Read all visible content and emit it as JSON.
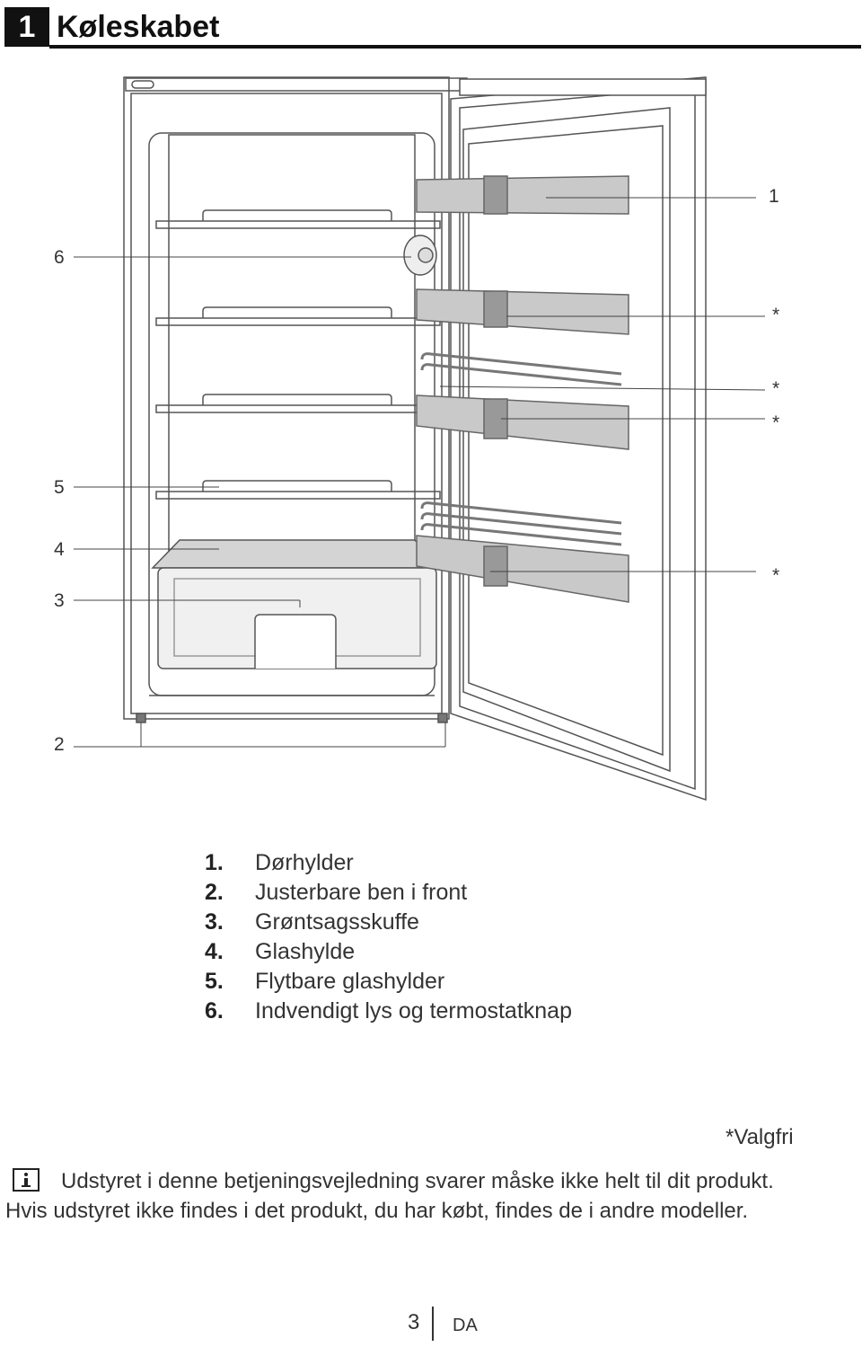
{
  "header": {
    "number": "1",
    "title": "Køleskabet"
  },
  "callouts": {
    "left": [
      "6",
      "5",
      "4",
      "3",
      "2"
    ],
    "right": [
      "1",
      "*",
      "*",
      "*",
      "*"
    ]
  },
  "legend": [
    {
      "n": "1.",
      "text": "Dørhylder"
    },
    {
      "n": "2.",
      "text": "Justerbare ben i front"
    },
    {
      "n": "3.",
      "text": "Grøntsagsskuffe"
    },
    {
      "n": "4.",
      "text": "Glashylde"
    },
    {
      "n": "5.",
      "text": "Flytbare glashylder"
    },
    {
      "n": "6.",
      "text": "Indvendigt lys og termostatknap"
    }
  ],
  "optional_note": "*Valgfri",
  "note": {
    "line1": "Udstyret i denne betjeningsvejledning svarer måske ikke helt til dit produkt.",
    "line2": "Hvis udstyret ikke findes i det produkt, du har købt, findes de i andre modeller."
  },
  "footer": {
    "page": "3",
    "lang": "DA"
  }
}
